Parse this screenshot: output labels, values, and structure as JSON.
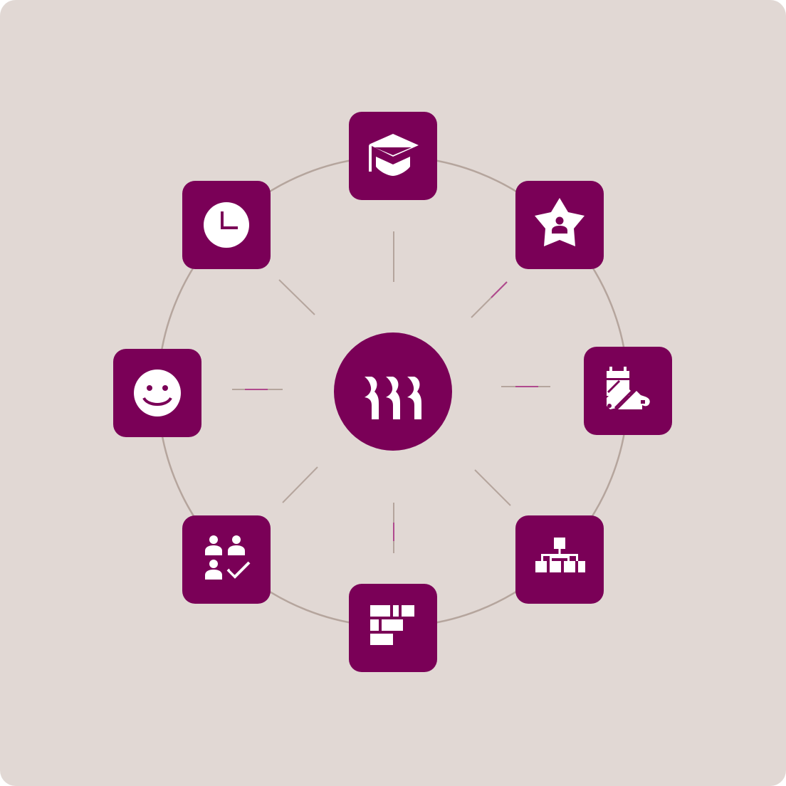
{
  "theme": {
    "background": "#e1d8d4",
    "tile_color": "#7a0057",
    "icon_color": "#ffffff",
    "ring_color": "#b5a59d",
    "spoke_accent": "#b04a8e"
  },
  "hub": {
    "icon": "arches-logo-icon"
  },
  "nodes": [
    {
      "id": "top",
      "icon": "graduation-cap-icon"
    },
    {
      "id": "top-right",
      "icon": "star-person-icon"
    },
    {
      "id": "right",
      "icon": "calendar-pencil-cup-icon"
    },
    {
      "id": "bottom-right",
      "icon": "org-chart-icon"
    },
    {
      "id": "bottom",
      "icon": "bricks-icon"
    },
    {
      "id": "bottom-left",
      "icon": "people-check-icon"
    },
    {
      "id": "left",
      "icon": "smiley-face-icon"
    },
    {
      "id": "top-left",
      "icon": "clock-icon"
    }
  ]
}
